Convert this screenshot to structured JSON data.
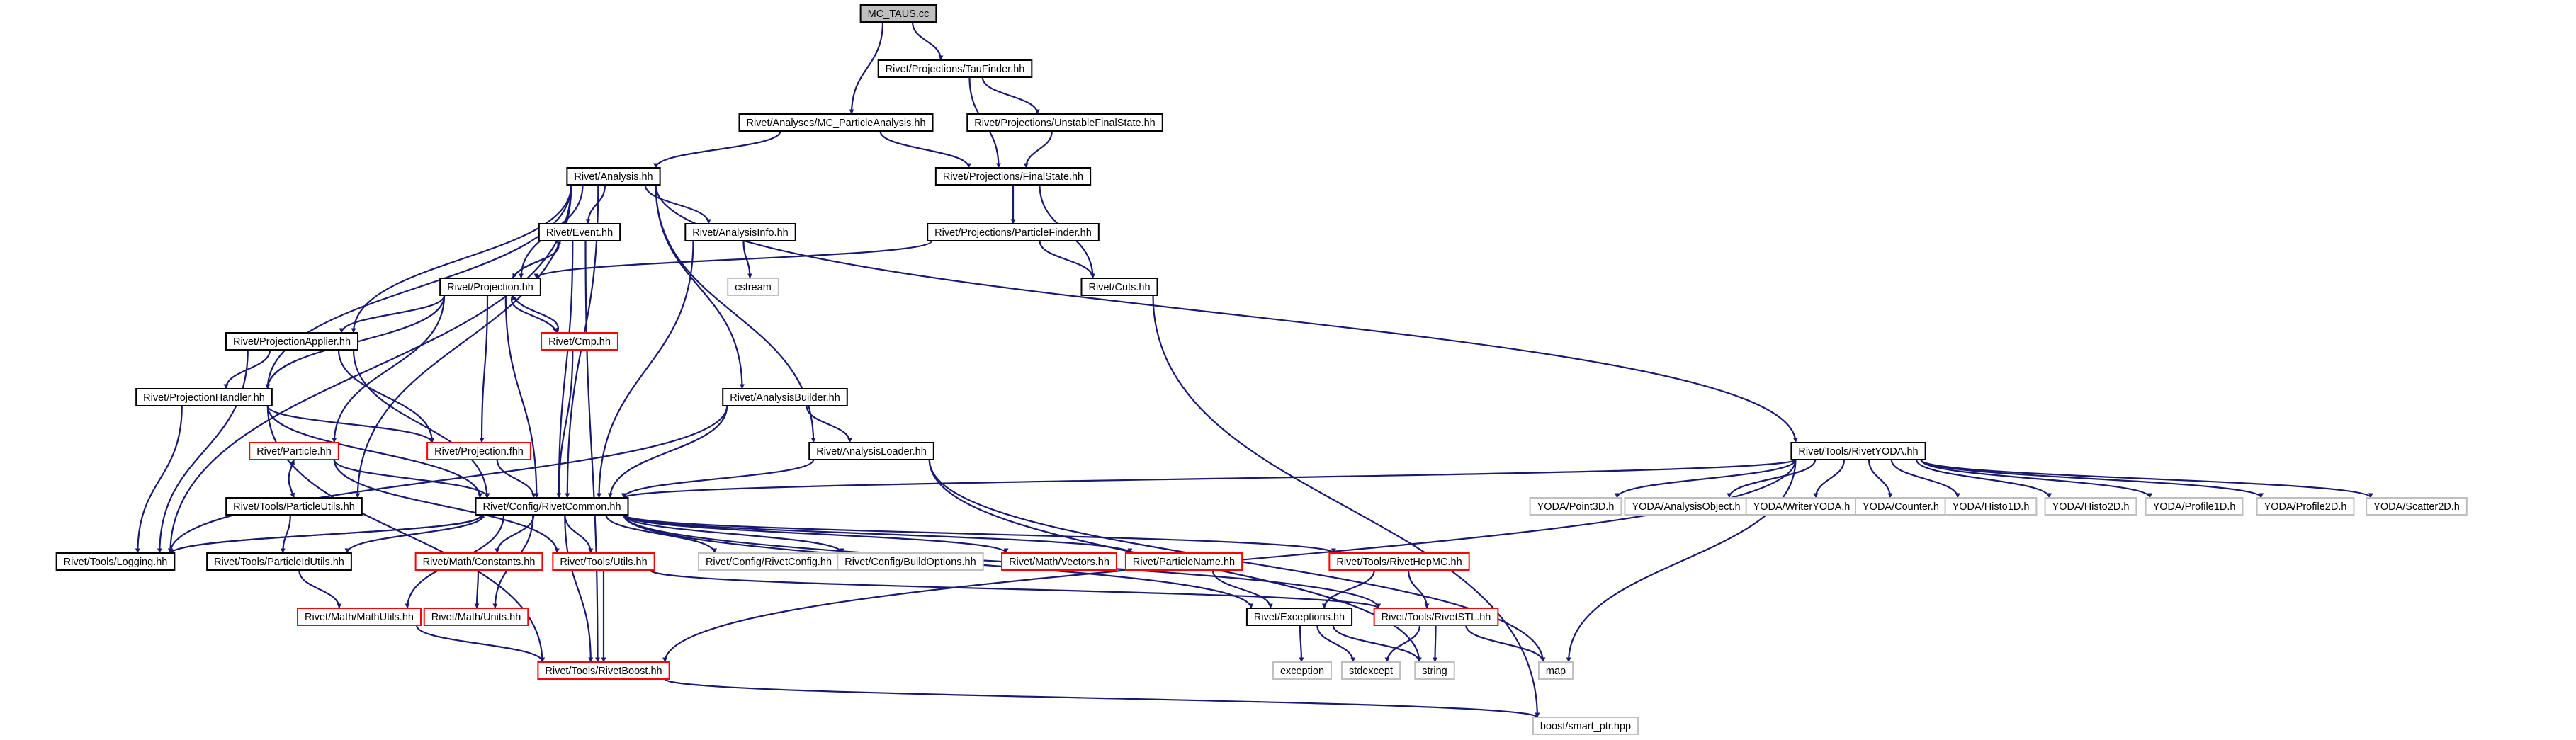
{
  "graph": {
    "colors": {
      "edge": "#191970",
      "root_fill": "#bfbfbf",
      "normal_border": "#000000",
      "truncated_border": "#ff0000",
      "external_border": "#bfbfbf",
      "text": "#000000"
    },
    "nodes": [
      {
        "id": "mc_taus",
        "label": "MC_TAUS.cc",
        "kind": "root"
      },
      {
        "id": "taufinder",
        "label": "Rivet/Projections/TauFinder.hh",
        "kind": "normal"
      },
      {
        "id": "mcparticle",
        "label": "Rivet/Analyses/MC_ParticleAnalysis.hh",
        "kind": "normal"
      },
      {
        "id": "unstablefs",
        "label": "Rivet/Projections/UnstableFinalState.hh",
        "kind": "normal"
      },
      {
        "id": "finalstate",
        "label": "Rivet/Projections/FinalState.hh",
        "kind": "normal"
      },
      {
        "id": "analysis",
        "label": "Rivet/Analysis.hh",
        "kind": "normal"
      },
      {
        "id": "particlefinder",
        "label": "Rivet/Projections/ParticleFinder.hh",
        "kind": "normal"
      },
      {
        "id": "event",
        "label": "Rivet/Event.hh",
        "kind": "normal"
      },
      {
        "id": "analysisinfo",
        "label": "Rivet/AnalysisInfo.hh",
        "kind": "normal"
      },
      {
        "id": "cuts",
        "label": "Rivet/Cuts.hh",
        "kind": "normal"
      },
      {
        "id": "cstream",
        "label": "cstream",
        "kind": "external"
      },
      {
        "id": "projection",
        "label": "Rivet/Projection.hh",
        "kind": "normal"
      },
      {
        "id": "cmp",
        "label": "Rivet/Cmp.hh",
        "kind": "truncated"
      },
      {
        "id": "projapplier",
        "label": "Rivet/ProjectionApplier.hh",
        "kind": "normal"
      },
      {
        "id": "analysisbuilder",
        "label": "Rivet/AnalysisBuilder.hh",
        "kind": "normal"
      },
      {
        "id": "projhandler",
        "label": "Rivet/ProjectionHandler.hh",
        "kind": "normal"
      },
      {
        "id": "projfhh",
        "label": "Rivet/Projection.fhh",
        "kind": "truncated"
      },
      {
        "id": "analysisloader",
        "label": "Rivet/AnalysisLoader.hh",
        "kind": "normal"
      },
      {
        "id": "rivetyoda",
        "label": "Rivet/Tools/RivetYODA.hh",
        "kind": "normal"
      },
      {
        "id": "particle",
        "label": "Rivet/Particle.hh",
        "kind": "truncated"
      },
      {
        "id": "rivetcommon",
        "label": "Rivet/Config/RivetCommon.hh",
        "kind": "normal"
      },
      {
        "id": "particleutils",
        "label": "Rivet/Tools/ParticleUtils.hh",
        "kind": "normal"
      },
      {
        "id": "yodapoint3d",
        "label": "YODA/Point3D.h",
        "kind": "external"
      },
      {
        "id": "yodaanalysisobject",
        "label": "YODA/AnalysisObject.h",
        "kind": "external"
      },
      {
        "id": "yodawriteryoda",
        "label": "YODA/WriterYODA.h",
        "kind": "external"
      },
      {
        "id": "yodacounter",
        "label": "YODA/Counter.h",
        "kind": "external"
      },
      {
        "id": "yodahisto1d",
        "label": "YODA/Histo1D.h",
        "kind": "external"
      },
      {
        "id": "yodahisto2d",
        "label": "YODA/Histo2D.h",
        "kind": "external"
      },
      {
        "id": "yodaprofile1d",
        "label": "YODA/Profile1D.h",
        "kind": "external"
      },
      {
        "id": "yodaprofile2d",
        "label": "YODA/Profile2D.h",
        "kind": "external"
      },
      {
        "id": "yodascatter2d",
        "label": "YODA/Scatter2D.h",
        "kind": "external"
      },
      {
        "id": "logging",
        "label": "Rivet/Tools/Logging.hh",
        "kind": "normal"
      },
      {
        "id": "particleidutils",
        "label": "Rivet/Tools/ParticleIdUtils.hh",
        "kind": "normal"
      },
      {
        "id": "mathconstants",
        "label": "Rivet/Math/Constants.hh",
        "kind": "truncated"
      },
      {
        "id": "toolsutils",
        "label": "Rivet/Tools/Utils.hh",
        "kind": "truncated"
      },
      {
        "id": "rivetconfig",
        "label": "Rivet/Config/RivetConfig.hh",
        "kind": "external"
      },
      {
        "id": "buildoptions",
        "label": "Rivet/Config/BuildOptions.hh",
        "kind": "external"
      },
      {
        "id": "mathvectors",
        "label": "Rivet/Math/Vectors.hh",
        "kind": "truncated"
      },
      {
        "id": "particlename",
        "label": "Rivet/ParticleName.hh",
        "kind": "truncated"
      },
      {
        "id": "rivethepmc",
        "label": "Rivet/Tools/RivetHepMC.hh",
        "kind": "truncated"
      },
      {
        "id": "mathutils",
        "label": "Rivet/Math/MathUtils.hh",
        "kind": "truncated"
      },
      {
        "id": "mathunits",
        "label": "Rivet/Math/Units.hh",
        "kind": "truncated"
      },
      {
        "id": "exceptions",
        "label": "Rivet/Exceptions.hh",
        "kind": "normal"
      },
      {
        "id": "rivetstl",
        "label": "Rivet/Tools/RivetSTL.hh",
        "kind": "truncated"
      },
      {
        "id": "map",
        "label": "map",
        "kind": "external"
      },
      {
        "id": "rivetboost",
        "label": "Rivet/Tools/RivetBoost.hh",
        "kind": "truncated"
      },
      {
        "id": "exception",
        "label": "exception",
        "kind": "external"
      },
      {
        "id": "stdexcept",
        "label": "stdexcept",
        "kind": "external"
      },
      {
        "id": "string",
        "label": "string",
        "kind": "external"
      },
      {
        "id": "smartptr",
        "label": "boost/smart_ptr.hpp",
        "kind": "external"
      }
    ],
    "edges": [
      [
        "mc_taus",
        "taufinder"
      ],
      [
        "mc_taus",
        "mcparticle"
      ],
      [
        "taufinder",
        "unstablefs"
      ],
      [
        "taufinder",
        "finalstate"
      ],
      [
        "unstablefs",
        "finalstate"
      ],
      [
        "mcparticle",
        "analysis"
      ],
      [
        "mcparticle",
        "finalstate"
      ],
      [
        "finalstate",
        "particlefinder"
      ],
      [
        "finalstate",
        "cuts"
      ],
      [
        "particlefinder",
        "projection"
      ],
      [
        "particlefinder",
        "cuts"
      ],
      [
        "cuts",
        "smartptr"
      ],
      [
        "analysis",
        "event"
      ],
      [
        "analysis",
        "analysisinfo"
      ],
      [
        "analysis",
        "projection"
      ],
      [
        "analysis",
        "projapplier"
      ],
      [
        "analysis",
        "projhandler"
      ],
      [
        "analysis",
        "analysisbuilder"
      ],
      [
        "analysis",
        "analysisloader"
      ],
      [
        "analysis",
        "rivetyoda"
      ],
      [
        "analysis",
        "rivetcommon"
      ],
      [
        "analysis",
        "logging"
      ],
      [
        "analysis",
        "particleutils"
      ],
      [
        "event",
        "projection"
      ],
      [
        "event",
        "rivetcommon"
      ],
      [
        "event",
        "rivetboost"
      ],
      [
        "analysisinfo",
        "cstream"
      ],
      [
        "analysisinfo",
        "rivetcommon"
      ],
      [
        "projection",
        "event"
      ],
      [
        "projection",
        "cmp"
      ],
      [
        "projection",
        "projapplier"
      ],
      [
        "projection",
        "projhandler"
      ],
      [
        "projection",
        "projfhh"
      ],
      [
        "projection",
        "particle"
      ],
      [
        "projection",
        "rivetcommon"
      ],
      [
        "cmp",
        "projection"
      ],
      [
        "cmp",
        "rivetcommon"
      ],
      [
        "projapplier",
        "projhandler"
      ],
      [
        "projapplier",
        "projfhh"
      ],
      [
        "projapplier",
        "rivetcommon"
      ],
      [
        "projapplier",
        "logging"
      ],
      [
        "projhandler",
        "projfhh"
      ],
      [
        "projhandler",
        "rivetcommon"
      ],
      [
        "projhandler",
        "logging"
      ],
      [
        "projhandler",
        "rivetboost"
      ],
      [
        "projfhh",
        "rivetcommon"
      ],
      [
        "analysisbuilder",
        "analysisloader"
      ],
      [
        "analysisbuilder",
        "rivetcommon"
      ],
      [
        "analysisbuilder",
        "logging"
      ],
      [
        "analysisloader",
        "rivetcommon"
      ],
      [
        "analysisloader",
        "map"
      ],
      [
        "analysisloader",
        "string"
      ],
      [
        "rivetyoda",
        "rivetcommon"
      ],
      [
        "rivetyoda",
        "yodapoint3d"
      ],
      [
        "rivetyoda",
        "yodaanalysisobject"
      ],
      [
        "rivetyoda",
        "yodawriteryoda"
      ],
      [
        "rivetyoda",
        "yodacounter"
      ],
      [
        "rivetyoda",
        "yodahisto1d"
      ],
      [
        "rivetyoda",
        "yodahisto2d"
      ],
      [
        "rivetyoda",
        "yodaprofile1d"
      ],
      [
        "rivetyoda",
        "yodaprofile2d"
      ],
      [
        "rivetyoda",
        "yodascatter2d"
      ],
      [
        "rivetyoda",
        "map"
      ],
      [
        "rivetyoda",
        "rivetboost"
      ],
      [
        "particle",
        "particleutils"
      ],
      [
        "particle",
        "rivetcommon"
      ],
      [
        "particle",
        "toolsutils"
      ],
      [
        "particleutils",
        "particle"
      ],
      [
        "particleutils",
        "particleidutils"
      ],
      [
        "rivetcommon",
        "logging"
      ],
      [
        "rivetcommon",
        "particleidutils"
      ],
      [
        "rivetcommon",
        "mathconstants"
      ],
      [
        "rivetcommon",
        "toolsutils"
      ],
      [
        "rivetcommon",
        "rivetconfig"
      ],
      [
        "rivetcommon",
        "buildoptions"
      ],
      [
        "rivetcommon",
        "mathvectors"
      ],
      [
        "rivetcommon",
        "particlename"
      ],
      [
        "rivetcommon",
        "rivethepmc"
      ],
      [
        "rivetcommon",
        "exceptions"
      ],
      [
        "rivetcommon",
        "rivetstl"
      ],
      [
        "rivetcommon",
        "mathutils"
      ],
      [
        "rivetcommon",
        "mathunits"
      ],
      [
        "rivetcommon",
        "rivetboost"
      ],
      [
        "logging",
        "rivetcommon"
      ],
      [
        "particleidutils",
        "mathutils"
      ],
      [
        "mathconstants",
        "mathunits"
      ],
      [
        "toolsutils",
        "rivetboost"
      ],
      [
        "toolsutils",
        "rivetstl"
      ],
      [
        "mathutils",
        "rivetboost"
      ],
      [
        "particlename",
        "exceptions"
      ],
      [
        "rivethepmc",
        "exceptions"
      ],
      [
        "rivethepmc",
        "rivetstl"
      ],
      [
        "exceptions",
        "exception"
      ],
      [
        "exceptions",
        "stdexcept"
      ],
      [
        "exceptions",
        "string"
      ],
      [
        "rivetstl",
        "stdexcept"
      ],
      [
        "rivetstl",
        "string"
      ],
      [
        "rivetstl",
        "map"
      ],
      [
        "rivetboost",
        "smartptr"
      ]
    ]
  }
}
